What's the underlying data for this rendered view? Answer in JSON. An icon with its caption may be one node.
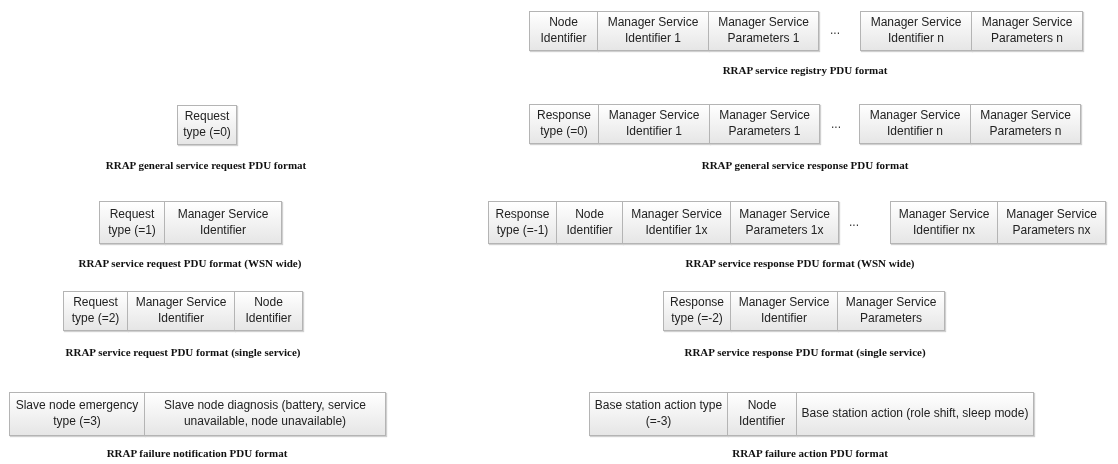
{
  "diagram": {
    "nodes": [
      {
        "text": [
          "Request type (=0)"
        ]
      },
      {
        "text": [
          "Request type (=1)"
        ]
      },
      {
        "text": [
          "Manager Service Identifier"
        ]
      },
      {
        "text": [
          "Request type (=2)"
        ]
      },
      {
        "text": [
          "Manager Service Identifier"
        ]
      },
      {
        "text": [
          "Node Identifier"
        ]
      },
      {
        "text": [
          "Slave node emergency type (=3)"
        ]
      },
      {
        "text": [
          "Slave node diagnosis (battery, service unavailable, node unavailable)"
        ]
      },
      {
        "text": [
          "Node Identifier"
        ]
      },
      {
        "text": [
          "Manager Service Identifier 1"
        ]
      },
      {
        "text": [
          "Manager Service Parameters 1"
        ]
      },
      {
        "text": [
          "Manager Service Identifier n"
        ]
      },
      {
        "text": [
          "Manager Service Parameters n"
        ]
      },
      {
        "text": [
          "Response type (=0)"
        ]
      },
      {
        "text": [
          "Manager Service Identifier 1"
        ]
      },
      {
        "text": [
          "Manager Service Parameters 1"
        ]
      },
      {
        "text": [
          "Manager Service Identifier n"
        ]
      },
      {
        "text": [
          "Manager Service Parameters n"
        ]
      },
      {
        "text": [
          "Response type (=-1)"
        ]
      },
      {
        "text": [
          "Node Identifier"
        ]
      },
      {
        "text": [
          "Manager Service Identifier 1x"
        ]
      },
      {
        "text": [
          "Manager Service Parameters 1x"
        ]
      },
      {
        "text": [
          "Manager Service Identifier nx"
        ]
      },
      {
        "text": [
          "Manager Service Parameters nx"
        ]
      },
      {
        "text": [
          "Response type (=-2)"
        ]
      },
      {
        "text": [
          "Manager Service Identifier"
        ]
      },
      {
        "text": [
          "Manager Service Parameters"
        ]
      },
      {
        "text": [
          "Base station action type (=-3)"
        ]
      },
      {
        "text": [
          "Node Identifier"
        ]
      },
      {
        "text": [
          "Base station action (role shift, sleep mode)"
        ]
      }
    ],
    "labels": [
      "RRAP general service request PDU format",
      "RRAP service request PDU format (WSN wide)",
      "RRAP service request PDU format (single service)",
      "RRAP failure notification PDU format",
      "...",
      "RRAP service registry PDU format",
      "...",
      "RRAP general service response PDU format",
      "...",
      "RRAP service response PDU format (WSN wide)",
      "RRAP service response PDU format (single service)",
      "RRAP failure action PDU format"
    ]
  }
}
